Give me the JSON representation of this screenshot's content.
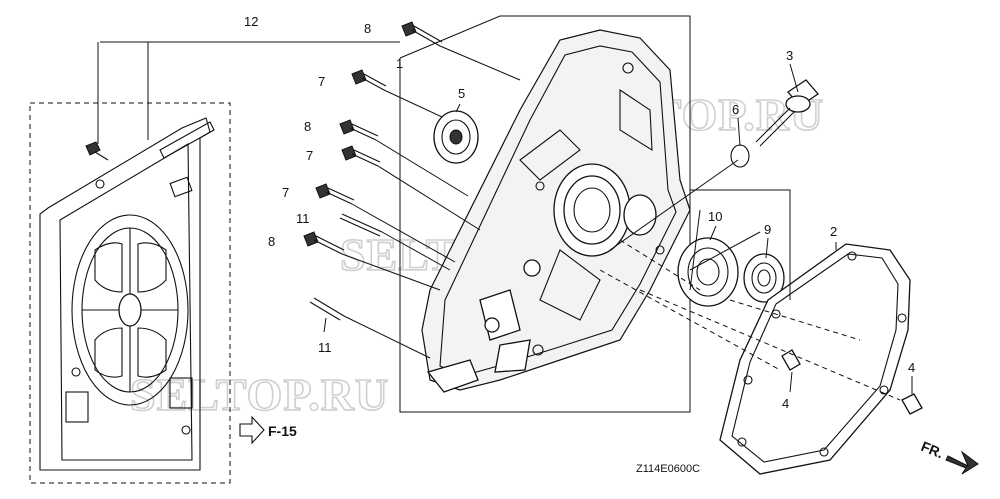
{
  "diagram_code": "Z114E0600C",
  "watermark": "SELTOP.RU",
  "reference": {
    "arrow_label": "F-15"
  },
  "direction": {
    "label": "FR."
  },
  "callouts": {
    "c1": "1",
    "c2": "2",
    "c3": "3",
    "c4a": "4",
    "c4b": "4",
    "c5": "5",
    "c6": "6",
    "c7a": "7",
    "c7b": "7",
    "c7c": "7",
    "c8a": "8",
    "c8b": "8",
    "c8c": "8",
    "c9": "9",
    "c10": "10",
    "c11a": "11",
    "c11b": "11",
    "c12": "12"
  }
}
